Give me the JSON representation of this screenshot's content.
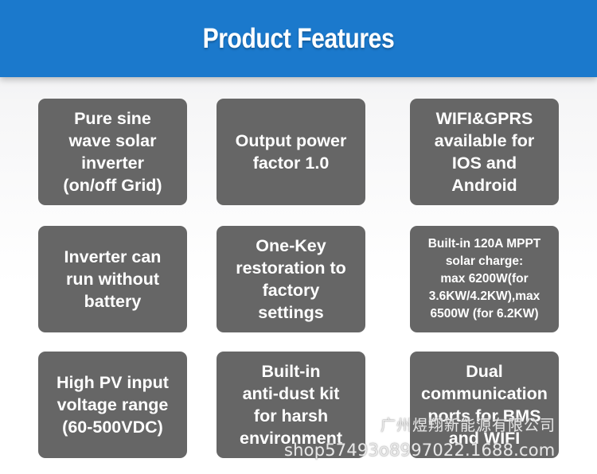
{
  "header": {
    "title": "Product Features",
    "color": "#1b79cc"
  },
  "features": [
    {
      "text": "Pure sine\nwave solar\ninverter\n(on/off Grid)"
    },
    {
      "text": "Output power\nfactor 1.0"
    },
    {
      "text": "WIFI&GPRS\navailable for\nIOS and\nAndroid"
    },
    {
      "text": "Inverter can\nrun without\nbattery"
    },
    {
      "text": "One-Key\nrestoration to\nfactory\nsettings"
    },
    {
      "text": "Built-in 120A MPPT\nsolar charge:\nmax 6200W(for\n3.6KW/4.2KW),max\n6500W (for 6.2KW)"
    },
    {
      "text": "High PV input\nvoltage range\n(60-500VDC)"
    },
    {
      "text": "Built-in\nanti-dust kit\nfor harsh\nenvironment"
    },
    {
      "text": "Dual\ncommunication\nports for BMS\nand WIFI"
    }
  ],
  "card_color": "#666666",
  "watermark": {
    "company": "广州煜翔新能源有限公司",
    "shop": "shop57493o8997022.1688.com"
  }
}
